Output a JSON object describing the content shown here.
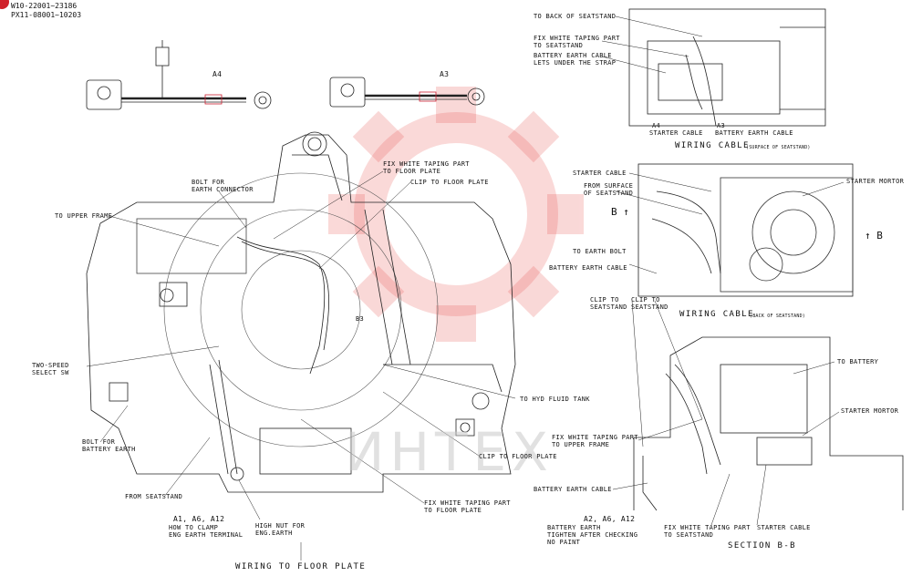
{
  "header": {
    "ref_line_1": "W10-22001~23186",
    "ref_line_2": "PX11-08001~10203"
  },
  "watermark": {
    "text": "ИНТЕХ",
    "colors": {
      "gear": "#e8504f",
      "text": "#bdbdbd",
      "badge": "#d0202a"
    }
  },
  "parts": {
    "a4": "A4",
    "a3": "A3"
  },
  "floor_plate": {
    "title": "WIRING TO FLOOR PLATE",
    "labels": {
      "fix_white_taping_floor_top": "FIX WHITE TAPING PART\nTO FLOOR PLATE",
      "clip_floor_top": "CLIP TO FLOOR PLATE",
      "bolt_earth_connector": "BOLT FOR\nEARTH CONNECTOR",
      "to_upper_frame": "TO UPPER FRAME",
      "two_speed": "TWO-SPEED\nSELECT SW",
      "to_hyd_tank": "TO HYD FLUID TANK",
      "bolt_battery_earth": "BOLT FOR\nBATTERY EARTH",
      "clip_floor_bottom": "CLIP TO FLOOR PLATE",
      "from_seatstand": "FROM SEATSTAND",
      "fix_white_taping_floor_bottom": "FIX WHITE TAPING PART\nTO FLOOR PLATE",
      "a1_title": "A1, A6, A12",
      "a1_note": "HOW TO CLAMP\nENG EARTH TERMINAL",
      "high_nut": "HIGH NUT FOR\nENG.EARTH",
      "callout_b3": "B3"
    }
  },
  "surface_view": {
    "title": "WIRING CABLE",
    "subtitle": "(SURFACE OF SEATSTAND)",
    "labels": {
      "to_back": "TO BACK OF SEATSTAND",
      "fix_white_seatstand": "FIX WHITE TAPING PART\nTO SEATSTAND",
      "battery_earth_strap": "BATTERY EARTH CABLE\nLETS UNDER THE STRAP",
      "a4": "A4",
      "starter_cable": "STARTER CABLE",
      "a3": "A3",
      "battery_earth_cable": "BATTERY EARTH CABLE"
    }
  },
  "back_view": {
    "title": "WIRING CABLE",
    "subtitle": "(BACK OF SEATSTAND)",
    "labels": {
      "starter_cable": "STARTER CABLE",
      "from_surface": "FROM SURFACE\nOF SEATSTAND",
      "starter_mortor": "STARTER MORTOR",
      "b_left": "B",
      "b_right": "B",
      "to_earth_bolt": "TO EARTH BOLT",
      "battery_earth_cable": "BATTERY EARTH CABLE",
      "clip_seatstand_1": "CLIP TO\nSEATSTAND",
      "clip_seatstand_2": "CLIP TO\nSEATSTAND"
    }
  },
  "section_view": {
    "title": "SECTION B-B",
    "labels": {
      "to_battery": "TO BATTERY",
      "starter_mortor": "STARTER MORTOR",
      "fix_white_upper": "FIX WHITE TAPING PART\nTO UPPER FRAME",
      "battery_earth_cable": "BATTERY EARTH CABLE",
      "a2_title": "A2, A6, A12",
      "a2_note": "BATTERY EARTH\nTIGHTEN AFTER CHECKING\nNO PAINT",
      "fix_white_seatstand": "FIX WHITE TAPING PART\nTO SEATSTAND",
      "starter_cable": "STARTER CABLE"
    }
  }
}
